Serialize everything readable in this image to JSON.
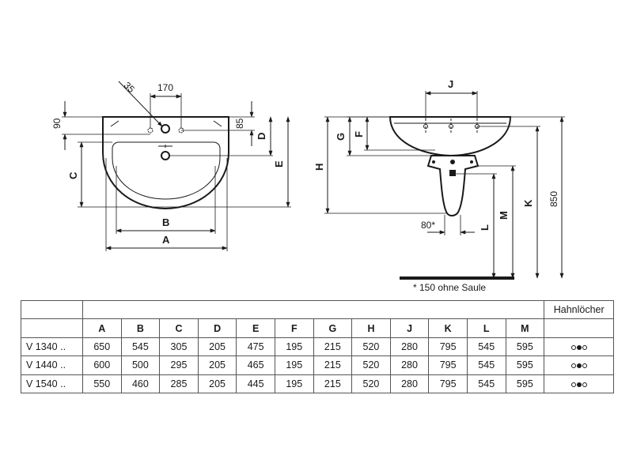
{
  "front_view": {
    "dim_35": "35",
    "dim_170": "170",
    "dim_90": "90",
    "dim_85": "85",
    "dim_A": "A",
    "dim_B": "B",
    "dim_C": "C",
    "dim_D": "D",
    "dim_E": "E"
  },
  "side_view": {
    "dim_J": "J",
    "dim_G": "G",
    "dim_F": "F",
    "dim_H": "H",
    "dim_K": "K",
    "dim_L": "L",
    "dim_M": "M",
    "dim_850": "850",
    "dim_80": "80*",
    "footnote": "* 150 ohne Saule"
  },
  "table": {
    "hahnloecher_header": "Hahnlöcher",
    "columns": [
      "A",
      "B",
      "C",
      "D",
      "E",
      "F",
      "G",
      "H",
      "J",
      "K",
      "L",
      "M"
    ],
    "rows": [
      {
        "model": "V 1340 ..",
        "values": [
          "650",
          "545",
          "305",
          "205",
          "475",
          "195",
          "215",
          "520",
          "280",
          "795",
          "545",
          "595"
        ],
        "holes": [
          false,
          true,
          false
        ]
      },
      {
        "model": "V 1440 ..",
        "values": [
          "600",
          "500",
          "295",
          "205",
          "465",
          "195",
          "215",
          "520",
          "280",
          "795",
          "545",
          "595"
        ],
        "holes": [
          false,
          true,
          false
        ]
      },
      {
        "model": "V 1540 ..",
        "values": [
          "550",
          "460",
          "285",
          "205",
          "445",
          "195",
          "215",
          "520",
          "280",
          "795",
          "545",
          "595"
        ],
        "holes": [
          false,
          true,
          false
        ]
      }
    ]
  }
}
